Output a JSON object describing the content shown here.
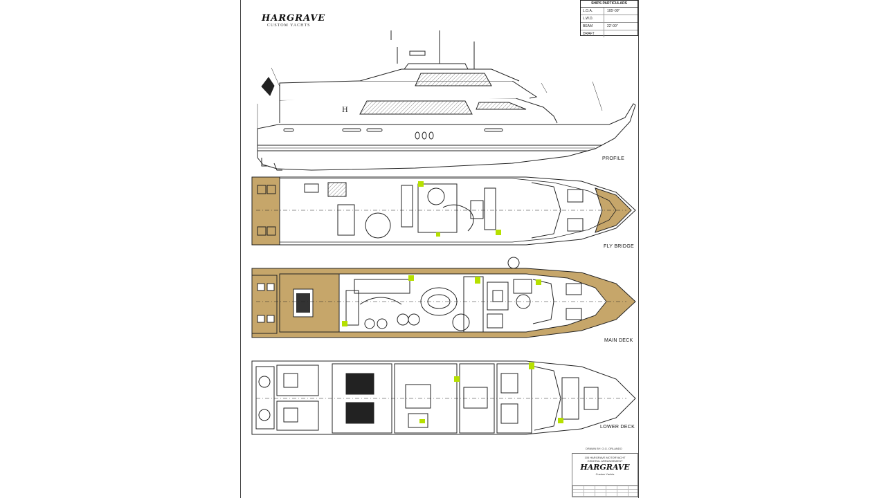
{
  "header": {
    "logo_text": "HARGRAVE",
    "logo_subtitle": "CUSTOM YACHTS"
  },
  "specs": {
    "title": "SHIPS PARTICULARS",
    "rows": [
      {
        "key": "L.O.A.",
        "value": "105'-00\""
      },
      {
        "key": "L.W.D.",
        "value": ""
      },
      {
        "key": "BEAM",
        "value": "22'-00\""
      },
      {
        "key": "DRAFT",
        "value": ""
      }
    ]
  },
  "views": {
    "profile": "PROFILE",
    "fly_bridge": "FLY BRIDGE",
    "main_deck": "MAIN DECK",
    "lower_deck": "LOWER DECK"
  },
  "footer": {
    "drawn_by": "DRAWN BY: G.G. ORLANDO",
    "project_name": "105 HARGRAVE MOTORYACHT",
    "sheet_name": "GENERAL ARRANGEMENT",
    "logo_text": "HARGRAVE",
    "logo_sub": "Custom Yachts"
  },
  "colors": {
    "deck_teak": "#c6a66a",
    "line": "#222222",
    "highlight": "#b6e000",
    "hatch": "#8c8c8c"
  }
}
